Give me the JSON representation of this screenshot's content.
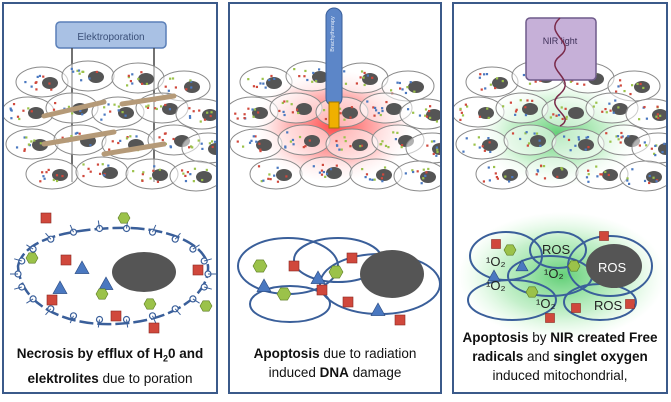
{
  "panels": [
    {
      "device_label": "Elektroporation",
      "caption": {
        "line1_bold": "Necrosis by efflux of H",
        "line1_sub": "2",
        "line1_bold_end": "0 and",
        "line2_bold": "elektrolites",
        "line2_rest": " due to poration"
      }
    },
    {
      "device_label": "Brachytherapy",
      "caption": {
        "line1_bold": "Apoptosis",
        "line1_rest": " due to radiation",
        "line2_pre": "induced ",
        "line2_bold": "DNA",
        "line2_rest": " damage"
      }
    },
    {
      "device_label": "NIR light",
      "caption": {
        "line1_bold": "Apoptosis",
        "line1_mid": " by ",
        "line1_bold2": "NIR created Free",
        "line2_bold": "radicals",
        "line2_mid": " and ",
        "line2_bold2": "singlet oxygen",
        "line3": "induced mitochondrial,"
      },
      "labels": {
        "ros1": "ROS",
        "ros2": "ROS",
        "ros3": "ROS",
        "o2_a": "¹O₂",
        "o2_b": "¹O₂",
        "o2_c": "¹O₂",
        "o2_d": "¹O₂"
      }
    }
  ],
  "colors": {
    "border": "#3b5a8a",
    "cell_outline": "#8a8a8a",
    "nucleus": "#555555",
    "device_fill": "#a9c1e4",
    "device_stroke": "#5a7fb8",
    "red_glow": "#ff2a2a",
    "green_glow": "#2fbf4a",
    "square": "#d0483c",
    "triangle": "#4a78c0",
    "hexagon": "#9bc24a"
  }
}
